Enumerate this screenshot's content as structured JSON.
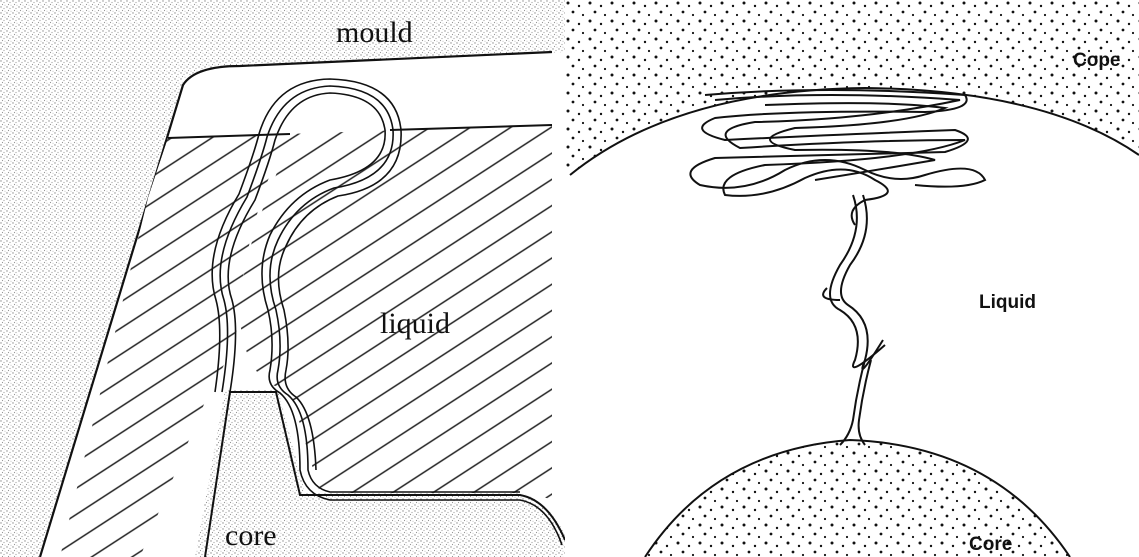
{
  "left_diagram": {
    "labels": {
      "mould": "mould",
      "liquid": "liquid",
      "core": "core"
    }
  },
  "right_diagram": {
    "labels": {
      "cope": "Cope",
      "liquid": "Liquid",
      "core": "Core"
    }
  },
  "colors": {
    "ink": "#111111",
    "sand_stipple": "#9a9a9a",
    "background": "#ffffff"
  }
}
